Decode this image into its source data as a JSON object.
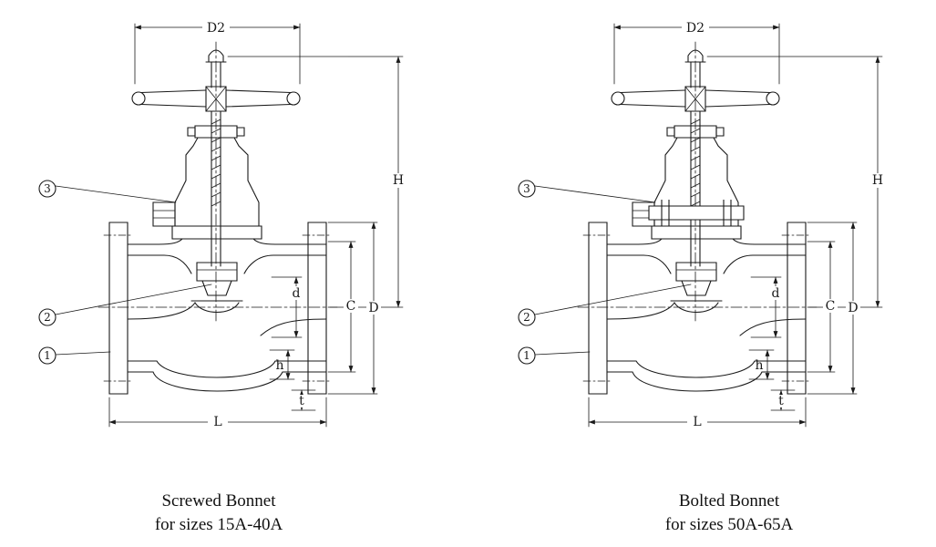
{
  "page": {
    "background": "#ffffff",
    "line_color": "#1a1a1a"
  },
  "dims": {
    "D2": "D2",
    "H": "H",
    "C": "C",
    "D": "D",
    "d": "d",
    "h": "h",
    "t": "t",
    "L": "L"
  },
  "callouts": {
    "c1": "1",
    "c2": "2",
    "c3": "3"
  },
  "left_valve": {
    "caption_line1": "Screwed Bonnet",
    "caption_line2": "for sizes 15A-40A"
  },
  "right_valve": {
    "caption_line1": "Bolted Bonnet",
    "caption_line2": "for sizes 50A-65A"
  }
}
